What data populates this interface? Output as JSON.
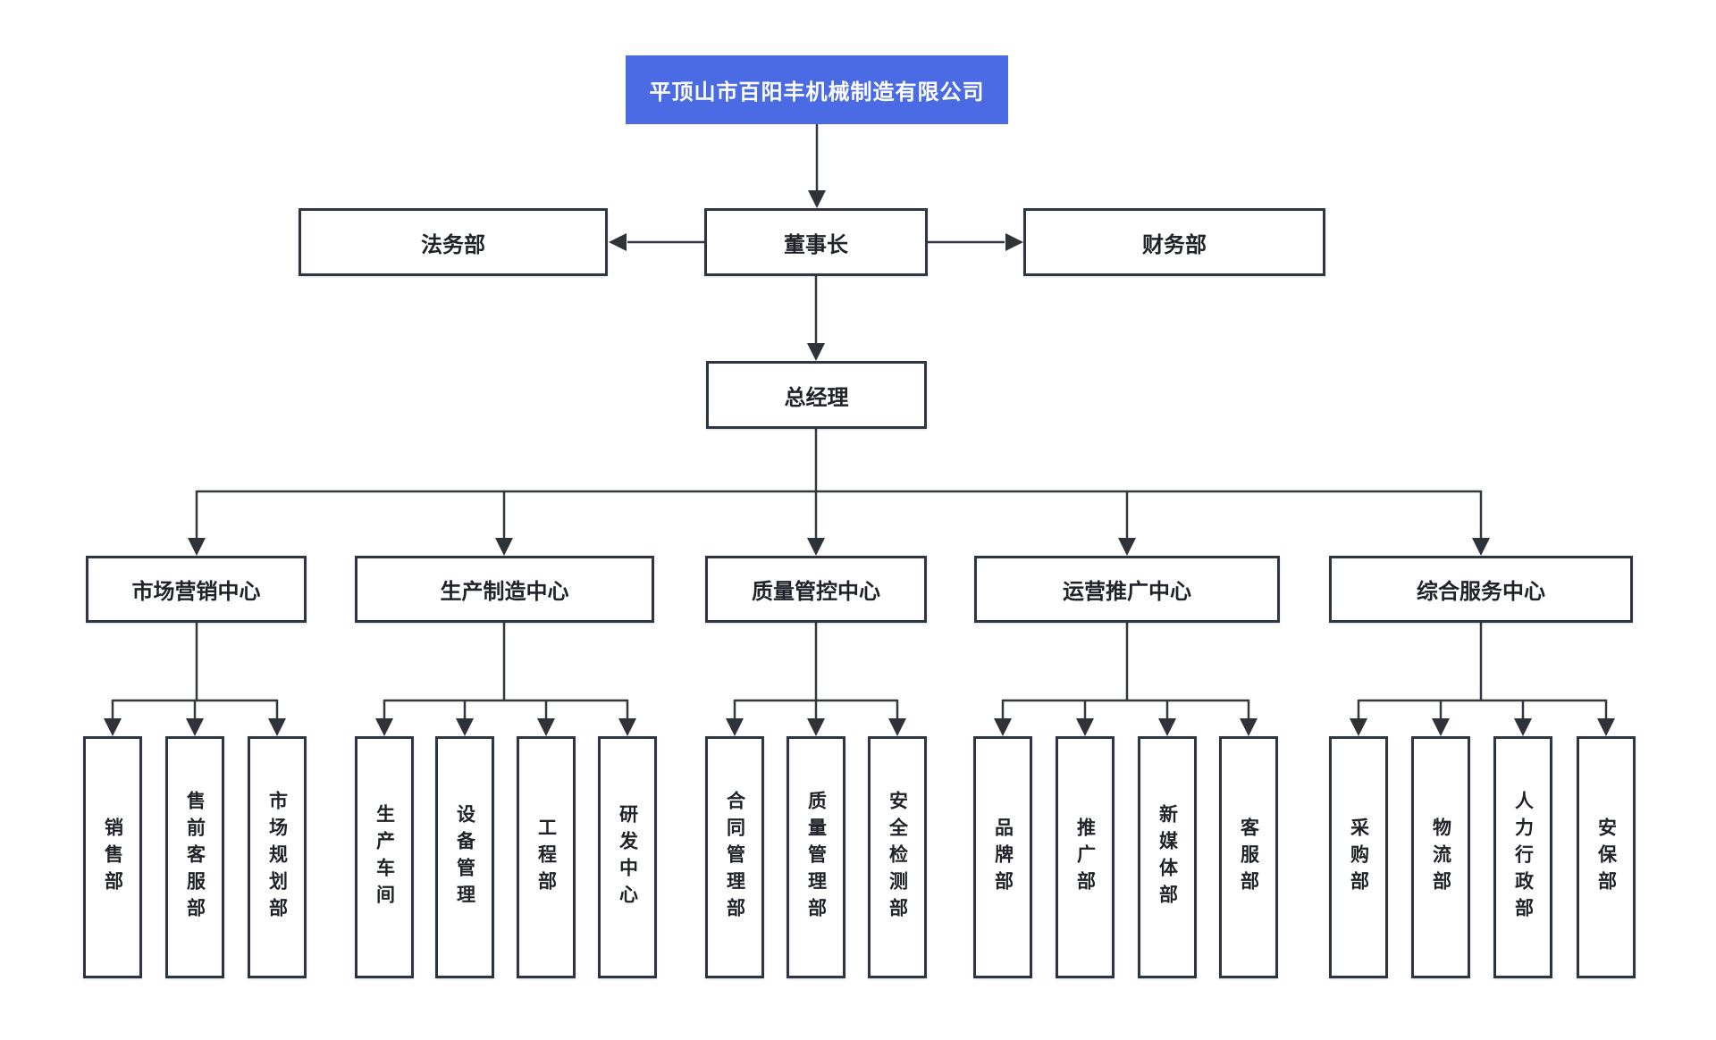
{
  "colors": {
    "root_background": "#4a6be4",
    "root_text": "#ffffff",
    "box_background": "#ffffff",
    "box_border": "#2d3642",
    "box_text": "#1f2329",
    "connector_line": "#33383f",
    "page_background": "#ffffff"
  },
  "org": {
    "root": {
      "label": "平顶山市百阳丰机械制造有限公司"
    },
    "legal": {
      "label": "法务部"
    },
    "chairman": {
      "label": "董事长"
    },
    "finance": {
      "label": "财务部"
    },
    "gm": {
      "label": "总经理"
    },
    "centers": [
      {
        "label": "市场营销中心",
        "departments": [
          "销售部",
          "售前客服部",
          "市场规划部"
        ]
      },
      {
        "label": "生产制造中心",
        "departments": [
          "生产车间",
          "设备管理",
          "工程部",
          "研发中心"
        ]
      },
      {
        "label": "质量管控中心",
        "departments": [
          "合同管理部",
          "质量管理部",
          "安全检测部"
        ]
      },
      {
        "label": "运营推广中心",
        "departments": [
          "品牌部",
          "推广部",
          "新媒体部",
          "客服部"
        ]
      },
      {
        "label": "综合服务中心",
        "departments": [
          "采购部",
          "物流部",
          "人力行政部",
          "安保部"
        ]
      }
    ]
  }
}
